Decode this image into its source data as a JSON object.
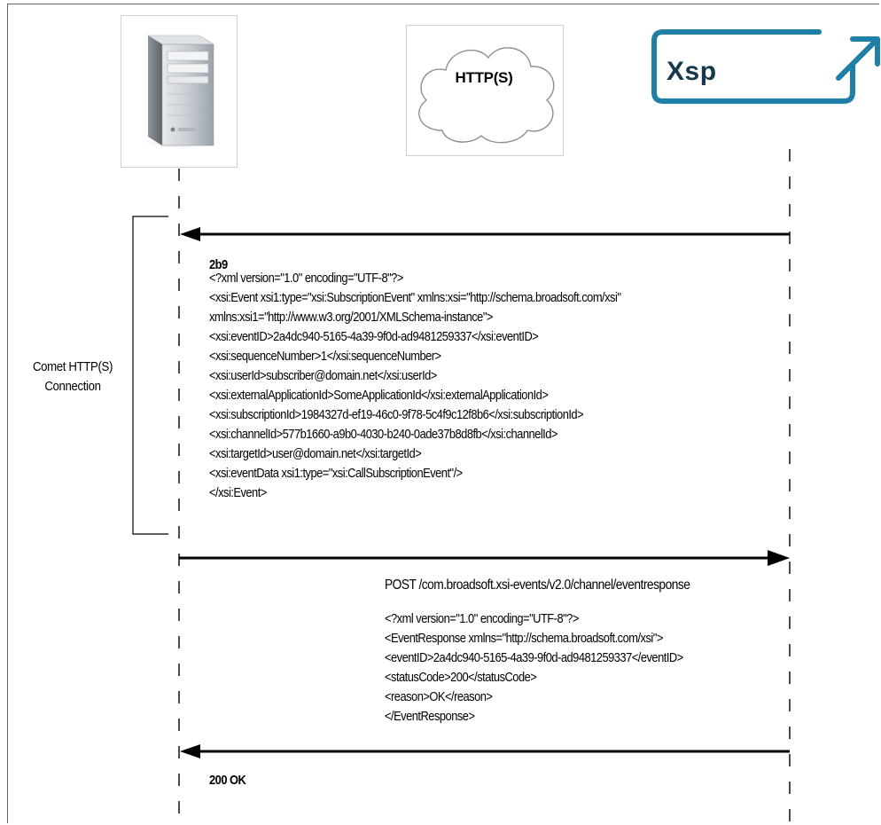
{
  "participants": {
    "server_icon": "server-tower-icon",
    "cloud_label": "HTTP(S)",
    "xsp_label": "Xsp"
  },
  "connection_label": "Comet HTTP(S) Connection",
  "event_message": {
    "chunk_size": "2b9",
    "lines": [
      "<?xml version=\"1.0\" encoding=\"UTF-8\"?>",
      "<xsi:Event xsi1:type=\"xsi:SubscriptionEvent\" xmlns:xsi=\"http://schema.broadsoft.com/xsi\"",
      "xmlns:xsi1=\"http://www.w3.org/2001/XMLSchema-instance\">",
      "  <xsi:eventID>2a4dc940-5165-4a39-9f0d-ad9481259337</xsi:eventID>",
      "  <xsi:sequenceNumber>1</xsi:sequenceNumber>",
      "  <xsi:userId>subscriber@domain.net</xsi:userId>",
      "  <xsi:externalApplicationId>SomeApplicationId</xsi:externalApplicationId>",
      "  <xsi:subscriptionId>1984327d-ef19-46c0-9f78-5c4f9c12f8b6</xsi:subscriptionId>",
      "  <xsi:channelId>577b1660-a9b0-4030-b240-0ade37b8d8fb</xsi:channelId>",
      "  <xsi:targetId>user@domain.net</xsi:targetId>",
      "  <xsi:eventData xsi1:type=\"xsi:CallSubscriptionEvent\"/>",
      "</xsi:Event>"
    ]
  },
  "post_message": {
    "request_line": "POST /com.broadsoft.xsi-events/v2.0/channel/eventresponse",
    "lines": [
      "<?xml version=\"1.0\" encoding=\"UTF-8\"?>",
      "<EventResponse xmlns=\"http://schema.broadsoft.com/xsi\">",
      "  <eventID>2a4dc940-5165-4a39-9f0d-ad9481259337</eventID>",
      "  <statusCode>200</statusCode>",
      "  <reason>OK</reason>",
      "</EventResponse>"
    ]
  },
  "response_message": {
    "status": "200 OK"
  },
  "colors": {
    "xsp_brand": "#1f7fa6",
    "xsp_text": "#16384a",
    "line": "#000000"
  }
}
